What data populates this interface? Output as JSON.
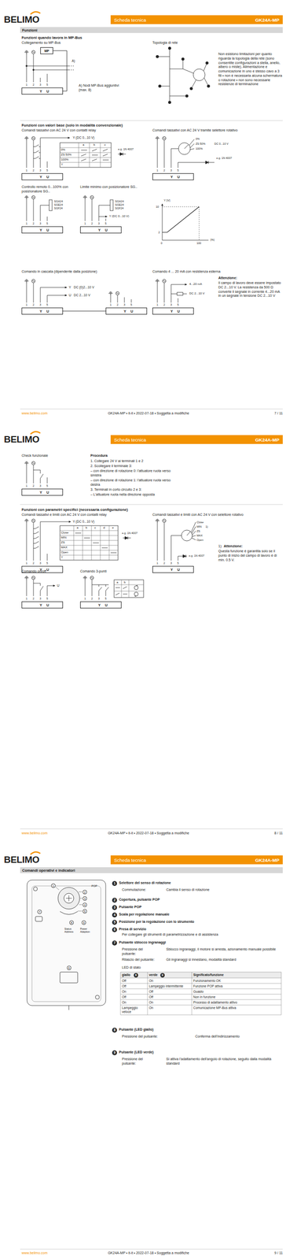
{
  "diagram": {
    "nodes": [
      {
        "text": [
          "Scheda tecnica",
          "GK24A-MP"
        ]
      },
      {
        "text": [
          "Funzioni"
        ]
      },
      {
        "text": [
          "MP"
        ]
      },
      {
        "text": [
          "Y",
          "U"
        ]
      },
      {
        "text": [
          "Y",
          "U"
        ]
      },
      {
        "text": [
          "Y",
          "U"
        ]
      },
      {
        "text": [
          "Y",
          "U"
        ]
      },
      {
        "text": [
          "Y",
          "U"
        ]
      },
      {
        "text": [
          "Y",
          "U"
        ]
      },
      {
        "text": [
          "Y",
          "U"
        ]
      },
      {
        "text": [
          "Y",
          "U"
        ]
      },
      {
        "text": [
          "Scheda tecnica",
          "GK24A-MP"
        ]
      },
      {
        "text": [
          "Y",
          "U"
        ]
      },
      {
        "text": [
          "Y",
          "U"
        ]
      },
      {
        "text": [
          "Y",
          "U"
        ]
      },
      {
        "text": [
          "Y",
          "U"
        ]
      },
      {
        "text": [
          "Y",
          "U"
        ]
      },
      {
        "text": [
          "Scheda tecnica",
          "GK24A-MP"
        ]
      },
      {
        "text": [
          "Comandi operativi e indicatori"
        ]
      }
    ],
    "edges": [
      {
        "from": 2,
        "to": 3,
        "arrow": "none"
      },
      {
        "from": 8,
        "to": 9,
        "arrow": "none"
      }
    ],
    "labels": [
      "BELIMO",
      "Funzioni quando lavora in MP-Bus",
      "Collegamento su MP-Bus",
      "A)",
      "A) Nodi MP-Bus aggiuntivi (max. 8)",
      "Topologia di rete",
      "Non esistono limitazioni per quanto riguarda la topologia della rete (sono consentite configurazioni a stella, anello, albero o miste). Alimentazione e comunicazione in uno e stesso cavo a 3 fili • non è necessaria alcuna schermatura o rotazione • non sono necessarie resistenze di terminazione",
      "Funzioni con valori base (solo in modalità convenzionale)",
      "Comandi tassativi con AC 24 V con contatti relay",
      "Comandi tassativi con AC 24 V tramite selettore rotativo",
      "Y (DC 0...10 V)",
      "a",
      "b",
      "c",
      "0%",
      "ZS 50%",
      "100%",
      "Y",
      "e.g. 1N 4007",
      "0%",
      "ZS 50%",
      "100%",
      "DC 0...10 V",
      "e.g. 1N 4007",
      "Controllo remoto 0...100% con posizionatore SG..",
      "Limite minimo con posizionatore SG..",
      "SGA24",
      "SGE24",
      "SGF24",
      "SGA24",
      "SGE24",
      "SGF24",
      "Y (DC 0...10 V)",
      "Y [V]",
      "10",
      "2",
      "0",
      "100",
      "[%]",
      "Comando in cascata (dipendente dalla posizione)",
      "Y",
      "DC (0)2...10 V",
      "U",
      "DC 2...10 V",
      "Comando 4 ... 20 mA con resistenza esterna",
      "4...20 mA",
      "DC 2...10 V",
      "Attenzione:",
      "Il campo di lavoro deve essere impostato DC 2...10 V. La resistenza da 500 Ω converte il segnale in corrente 4...20 mA in un segnale in tensione DC 2...10 V",
      "www.belimo.com",
      "GK24A-MP • it-it • 2022-07-18 • Soggetta a modifiche",
      "7 / 11",
      "BELIMO",
      "Check funzionale",
      "Procedura",
      "1. Collegare 24 V ai terminali 1 e 2",
      "2. Scollegare il terminale 3:",
      "– con direzione di rotazione 0: l'attuatore ruota verso sinistra",
      "– con direzione di rotazione 1: l'attuatore ruota verso destra",
      "3. Terminali in corto circuito 2 e 3:",
      "– L'attuatore ruota nella direzione opposta",
      "Funzioni con parametri specifici (necessaria configurazione)",
      "Comandi tassativi e limiti con AC 24 V con contatti relay",
      "Comandi tassativi e limiti con AC 24 V con selettore rotativo",
      "Y (DC 0...10 V)",
      "a",
      "b",
      "c",
      "d",
      "e",
      "Close",
      "MIN",
      "ZS",
      "MAX",
      "Open",
      "Y",
      "e.g. 1N 4007",
      "Close",
      "MIN",
      "1)",
      "ZS",
      "MAX",
      "Open",
      "e.g. 1N 4007",
      "1)",
      "Attenzione:",
      "Questa funzione è garantita solo se il punto di inizio del campo di lavoro è di min. 0.5 V.",
      "Comando on/off",
      "U",
      "Comando 3-punti",
      "a",
      "b",
      "www.belimo.com",
      "GK24A-MP • it-it • 2022-07-18 • Soggetta a modifiche",
      "8 / 11",
      "BELIMO",
      "1",
      "POP",
      "2",
      "3",
      "4",
      "5",
      "7",
      "8",
      "9",
      "Status Address",
      "Power Adaption",
      "6",
      "1",
      "Selettore del senso di rotazione",
      "Commutazione:",
      "Cambia il senso di rotazione",
      "2",
      "Copertura, pulsante POP",
      "3",
      "Pulsante POP",
      "4",
      "Scala per regolazione manuale",
      "5",
      "Posizione per la regolazione con lo strumento",
      "6",
      "Presa di servizio",
      "Per collegare gli strumenti di parametrizzazione e di assistenza",
      "7",
      "Pulsante sblocco ingranaggi",
      "Pressione del pulsante:",
      "Sblocco ingranaggi, il motore si arresta, azionamento manuale possibile",
      "Rilascio del pulsante:",
      "Gli ingranaggi si innestano, modalità standard",
      "LED di stato",
      "giallo",
      "8",
      "verde",
      "9",
      "Significato/funzione",
      "Off",
      "On",
      "Funzionamento OK",
      "Off",
      "Lampeggio intermittente",
      "Funzione POP attiva",
      "On",
      "Off",
      "Guasto",
      "Off",
      "Off",
      "Non in funzione",
      "On",
      "On",
      "Processo di adattamento attivo",
      "Lampeggio veloce",
      "On",
      "Comunicazione MP-Bus attiva",
      "8",
      "Pulsante (LED giallo)",
      "Pressione del pulsante:",
      "Conferma dell'indirizzamento",
      "9",
      "Pulsante (LED verde)",
      "Pressione del pulsante:",
      "Si attiva l'adattamento dell'angolo di rotazione, seguito dalla modalità standard",
      "www.belimo.com",
      "GK24A-MP • it-it • 2022-07-18 • Soggetta a modifiche",
      "9 / 11",
      "1",
      "2",
      "3",
      "5",
      "1",
      "2",
      "3",
      "5",
      "1",
      "2",
      "3",
      "5",
      "1",
      "2",
      "3",
      "5",
      "1",
      "2",
      "3",
      "5",
      "1",
      "2",
      "3",
      "5",
      "1",
      "2",
      "3",
      "5",
      "1",
      "2",
      "3",
      "5",
      "1",
      "2",
      "3",
      "5",
      "1",
      "2",
      "3",
      "5",
      "1",
      "2",
      "3",
      "5",
      "1",
      "2",
      "3",
      "5",
      "1",
      "2",
      "3",
      "5"
    ]
  }
}
